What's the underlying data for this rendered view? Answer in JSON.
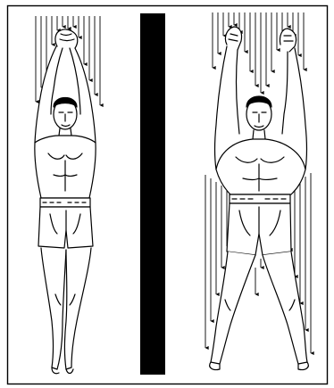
{
  "illustration": {
    "figures": [
      {
        "pose": "arms-up-legs-together",
        "arrows": "rain-arrows-above-head"
      },
      {
        "pose": "arms-up-legs-apart",
        "arrows": "rain-arrows-above-head-and-beside-legs"
      }
    ],
    "divider": {
      "type": "vertical-bar"
    },
    "colors": {
      "ink": "#000000",
      "background": "#ffffff"
    }
  }
}
